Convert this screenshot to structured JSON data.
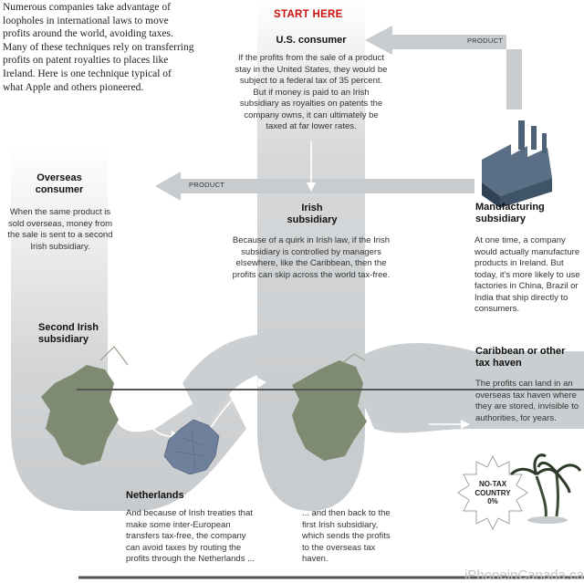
{
  "intro": "Numerous companies take advantage of loopholes in international laws to move profits around the world, avoiding taxes. Many of these techniques rely on transferring profits on patent royalties to places like Ireland. Here is one technique typical of what Apple and others pioneered.",
  "start_label": "START HERE",
  "nodes": {
    "us_consumer": {
      "title": "U.S. consumer",
      "text": "If the profits from the sale of a product stay in the United States, they would be subject to a federal tax of 35 percent. But if money is paid to an Irish subsidiary as royalties on patents the company owns, it can ultimately be taxed at far lower rates."
    },
    "overseas_consumer": {
      "title": "Overseas consumer",
      "text": "When the same product is sold overseas, money from the sale is sent to a second Irish subsidiary."
    },
    "irish_subsidiary": {
      "title": "Irish subsidiary",
      "text": "Because of a quirk in Irish law, if the Irish subsidiary is controlled by managers elsewhere, like the Caribbean, then the profits can skip across the world tax-free."
    },
    "manufacturing_subsidiary": {
      "title": "Manufacturing subsidiary",
      "text": "At one time, a company would actually manufacture products in Ireland. But today, it's more likely to use factories in China, Brazil or India that ship directly to consumers."
    },
    "second_irish_subsidiary": {
      "title": "Second Irish subsidiary"
    },
    "caribbean": {
      "title": "Caribbean or other tax haven",
      "text": "The profits can land in an overseas tax haven where they are stored, invisible to authorities, for years."
    },
    "netherlands": {
      "title": "Netherlands",
      "text": "And because of Irish treaties that make some inter-European transfers tax-free, the company can avoid taxes by routing the profits through the Netherlands ..."
    },
    "back_to_first": {
      "text": "... and then back to the first Irish subsidiary, which sends the profits to the overseas tax haven."
    }
  },
  "arrow_labels": {
    "product_top": "PRODUCT",
    "product_mid": "PRODUCT"
  },
  "badge": {
    "line1": "NO-TAX",
    "line2": "COUNTRY",
    "line3": "0%"
  },
  "watermark": "iPhoneinCanada.ca",
  "colors": {
    "band": "#c9ccce",
    "band_light": "#dcdee0",
    "arrow": "#c9ccce",
    "land": "#7e8a72",
    "netherlands": "#6e809c",
    "start": "#cc1111"
  }
}
